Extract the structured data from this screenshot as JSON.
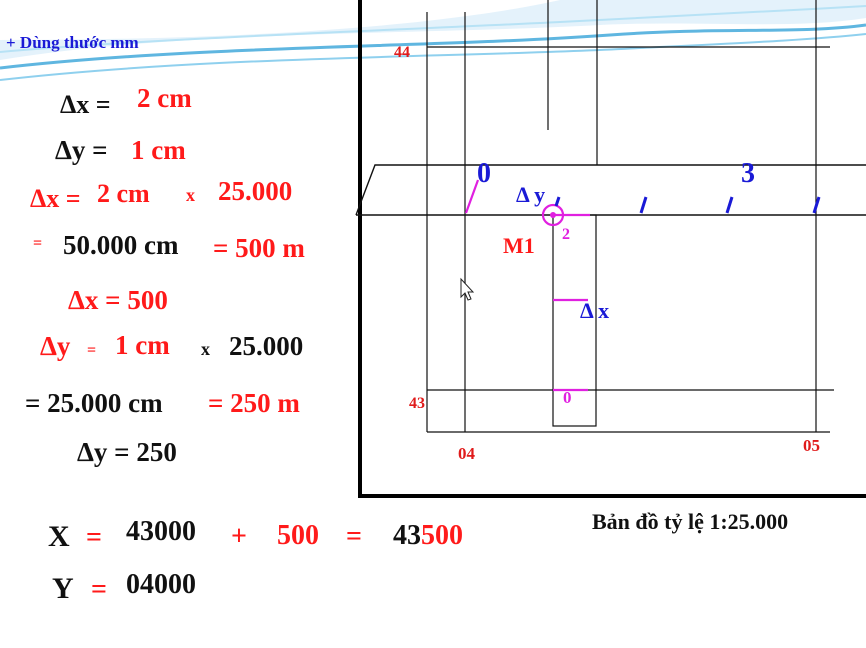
{
  "header": {
    "instruction": "+ Dùng thước mm"
  },
  "calc": {
    "dx_label": "Δx =",
    "dx_value": "2 cm",
    "dy_label": "Δy =",
    "dy_value": "1 cm",
    "dx_scaled_prefix": "Δx =",
    "dx_scaled_mid": "2 cm",
    "times_sign_1": "x",
    "scale_factor_1": "25.000",
    "eq_1": "=",
    "result_cm_1": "50.000 cm",
    "result_m_1": "= 500 m",
    "dx_final": "Δx = 500",
    "dy_scaled_prefix": "Δy",
    "dy_scaled_eq": "=",
    "dy_scaled_value": "1 cm",
    "times_sign_2": "x",
    "scale_factor_2": "25.000",
    "result_cm_2": "= 25.000 cm",
    "result_m_2": "=  250 m",
    "dy_final": "Δy = 250"
  },
  "coords": {
    "x_label": "X",
    "x_eq": "=",
    "x_base": "43000",
    "x_plus": "+",
    "x_add": "500",
    "x_eq2": "=",
    "x_result_black": "43",
    "x_result_red": "500",
    "y_label": "Y",
    "y_eq": "=",
    "y_value": "04000"
  },
  "map": {
    "grid_44": "44",
    "grid_43": "43",
    "grid_04": "04",
    "grid_05": "05",
    "ruler_0_top": "0",
    "ruler_3": "3",
    "ruler_2": "2",
    "ruler_0_bottom": "0",
    "delta_y": "Δ y",
    "delta_x": "Δ x",
    "point_label": "M1",
    "scale_caption": "Bản đồ tỷ lệ 1:25.000"
  },
  "colors": {
    "black": "#111111",
    "red": "#ff1a1a",
    "blue": "#1a1ad6",
    "magenta": "#e020e0",
    "swoosh": "#5fb6e0"
  }
}
